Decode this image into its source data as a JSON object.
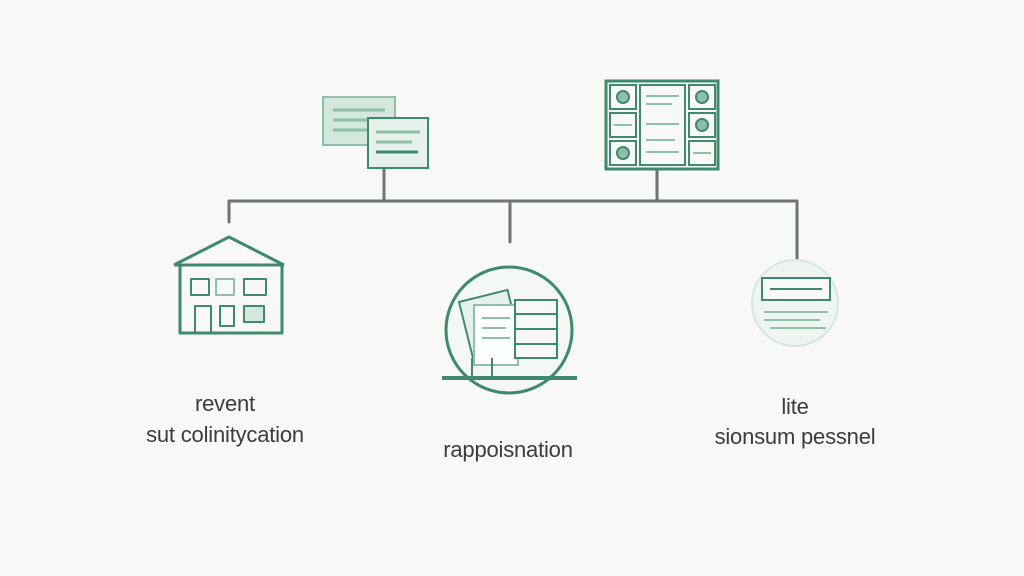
{
  "colors": {
    "stroke": "#3f8a6a",
    "stroke_light": "#8ebfa8",
    "fill_light": "#e6f1ec",
    "connector": "#6d7572",
    "text": "#3a3d3d"
  },
  "icons": {
    "top_left": "document-cards-icon",
    "top_right": "dashboard-grid-icon",
    "left": "house-icon",
    "center": "document-stack-circle-icon",
    "right": "web-page-circle-icon"
  },
  "labels": {
    "left": {
      "line1": "revent",
      "line2": "sut colinitycation"
    },
    "center": {
      "line1": "rappoisnation"
    },
    "right": {
      "line1": "lite",
      "line2": "sionsum pessnel"
    }
  }
}
